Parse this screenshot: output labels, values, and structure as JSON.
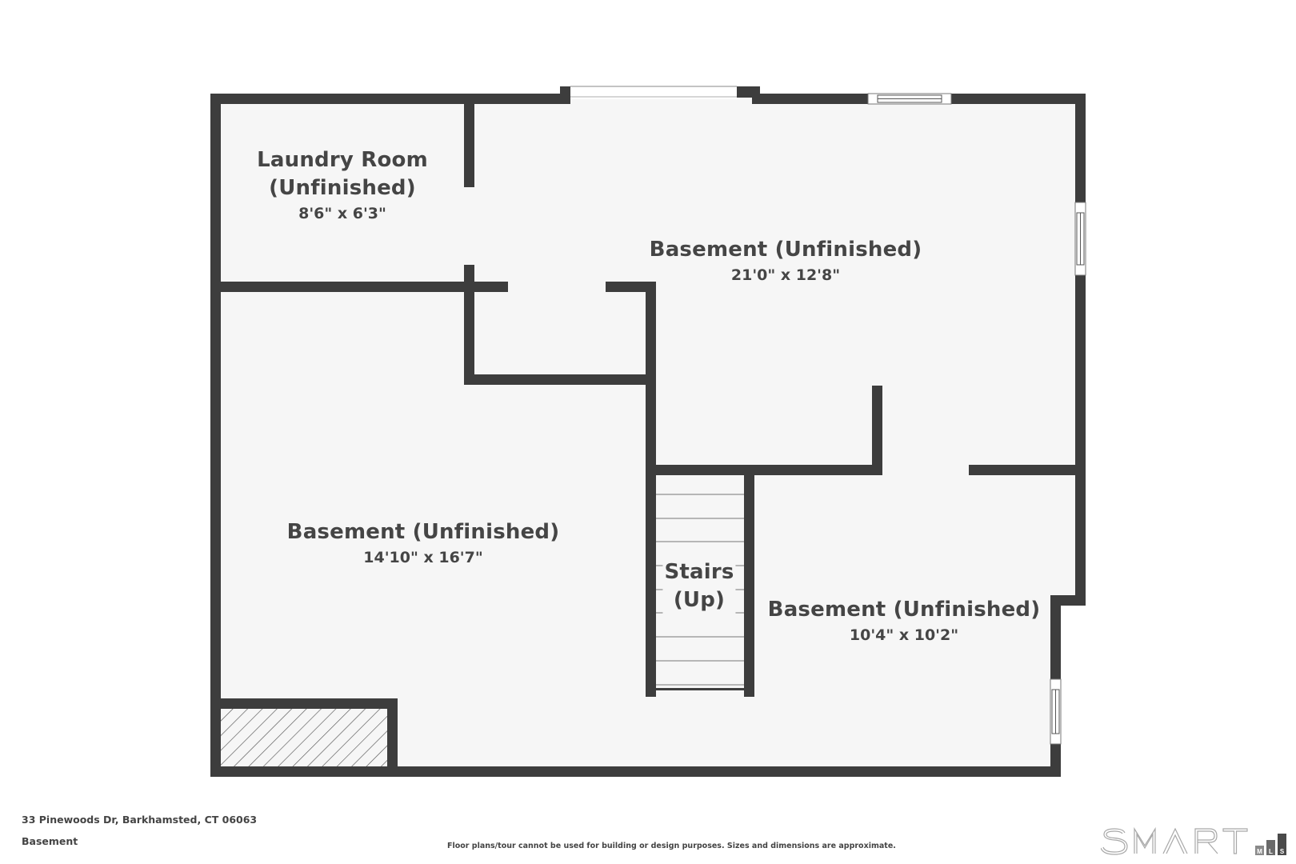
{
  "floor_plan": {
    "level": "Basement",
    "colors": {
      "wall": "#3d3d3d",
      "floor": "#f6f6f6",
      "background": "#ffffff",
      "text": "#454545",
      "stair_lines": "#a0a0a0"
    },
    "rooms": [
      {
        "name_line1": "Laundry Room",
        "name_line2": "(Unfinished)",
        "dimensions": "8'6\" x 6'3\""
      },
      {
        "name_line1": "Basement (Unfinished)",
        "dimensions": "21'0\" x 12'8\""
      },
      {
        "name_line1": "Basement (Unfinished)",
        "dimensions": "14'10\" x 16'7\""
      },
      {
        "name_line1": "Stairs",
        "name_line2": "(Up)"
      },
      {
        "name_line1": "Basement (Unfinished)",
        "dimensions": "10'4\" x 10'2\""
      }
    ]
  },
  "footer": {
    "address": "33 Pinewoods Dr, Barkhamsted, CT 06063",
    "level": "Basement",
    "disclaimer": "Floor plans/tour cannot be used for building or design purposes. Sizes and dimensions are approximate.",
    "logo": {
      "word": "SMART",
      "blocks": [
        "M",
        "L",
        "S"
      ]
    }
  }
}
